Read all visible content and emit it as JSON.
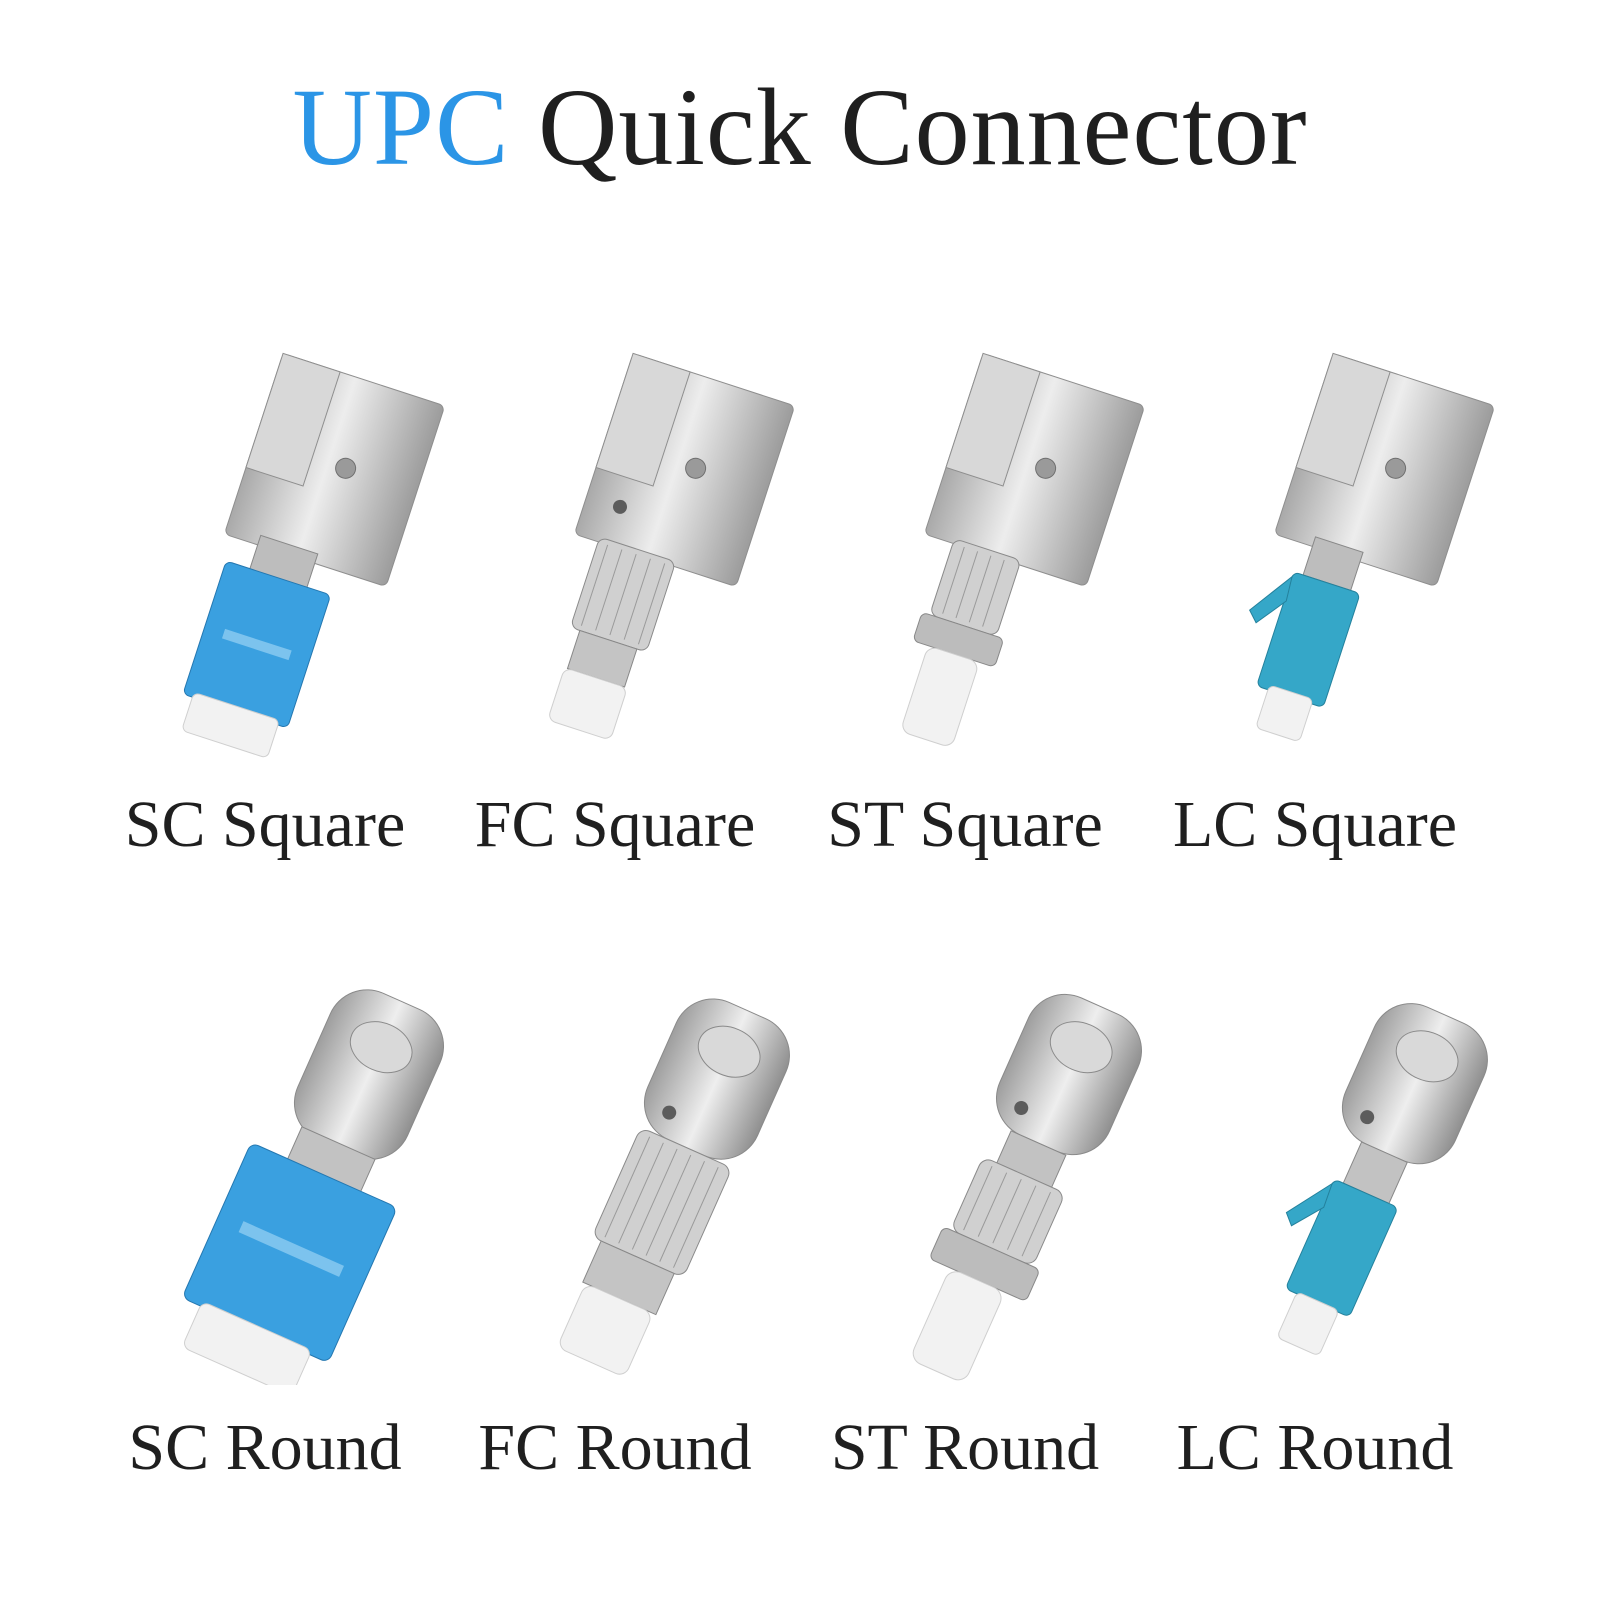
{
  "title": {
    "accent": "UPC",
    "rest": "Quick Connector"
  },
  "colors": {
    "accent": "#2b95e6",
    "sc_blue": "#3aa0e0",
    "lc_aqua": "#35a7c8",
    "metal": "#c9c9c9",
    "cap": "#f2f2f2"
  },
  "products": [
    {
      "label": "SC Square",
      "shape": "square",
      "type": "SC"
    },
    {
      "label": "FC Square",
      "shape": "square",
      "type": "FC"
    },
    {
      "label": "ST Square",
      "shape": "square",
      "type": "ST"
    },
    {
      "label": "LC Square",
      "shape": "square",
      "type": "LC"
    },
    {
      "label": "SC Round",
      "shape": "round",
      "type": "SC"
    },
    {
      "label": "FC Round",
      "shape": "round",
      "type": "FC"
    },
    {
      "label": "ST Round",
      "shape": "round",
      "type": "ST"
    },
    {
      "label": "LC Round",
      "shape": "round",
      "type": "LC"
    }
  ]
}
